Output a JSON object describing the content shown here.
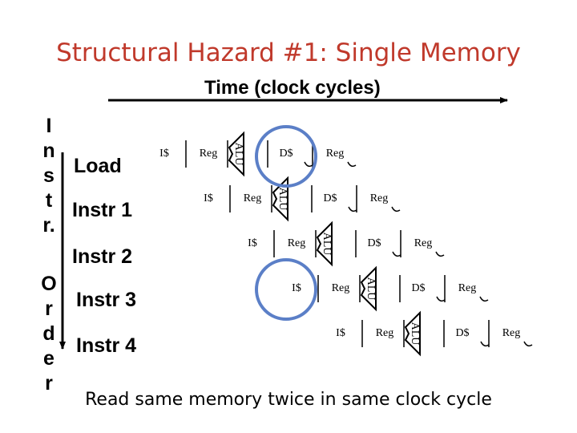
{
  "title": "Structural Hazard #1: Single Memory",
  "time_label": "Time (clock cycles)",
  "order_label": [
    "I",
    "n",
    "s",
    "t",
    "r.",
    "O",
    "r",
    "d",
    "e",
    "r"
  ],
  "instructions": [
    {
      "label": "Load",
      "stages": [
        "I$",
        "Reg",
        "ALU",
        "D$",
        "Reg"
      ]
    },
    {
      "label": "Instr 1",
      "stages": [
        "I$",
        "Reg",
        "ALU",
        "D$",
        "Reg"
      ]
    },
    {
      "label": "Instr 2",
      "stages": [
        "I$",
        "Reg",
        "ALU",
        "D$",
        "Reg"
      ]
    },
    {
      "label": "Instr 3",
      "stages": [
        "I$",
        "Reg",
        "ALU",
        "D$",
        "Reg"
      ]
    },
    {
      "label": "Instr 4",
      "stages": [
        "I$",
        "Reg",
        "ALU",
        "D$",
        "Reg"
      ]
    }
  ],
  "footer": "Read same memory twice in same clock cycle",
  "colors": {
    "title": "#c0392b",
    "highlight": "#5b7fc7",
    "text": "#000000"
  }
}
